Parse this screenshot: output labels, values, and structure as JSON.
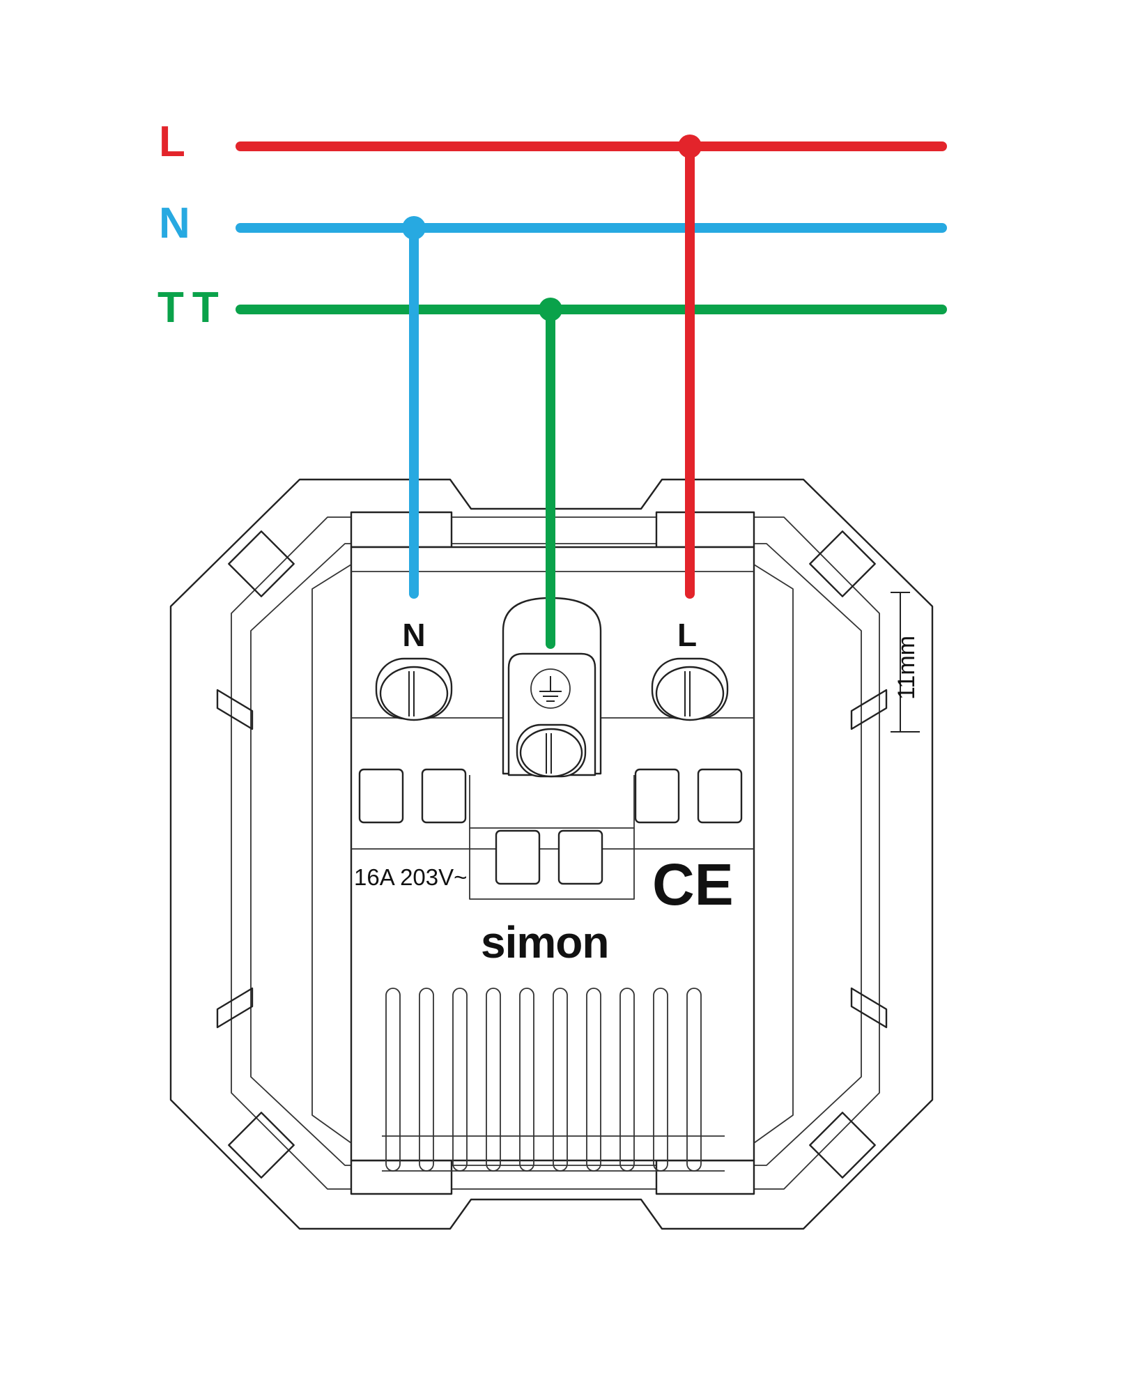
{
  "bus_labels": {
    "line": "L",
    "neutral": "N",
    "earth": "TT"
  },
  "terminal_labels": {
    "neutral": "N",
    "line": "L"
  },
  "device": {
    "rating": "16A 203V~",
    "brand": "simon",
    "certification": "CE"
  },
  "dimension": {
    "strip_length": "11mm"
  },
  "colors": {
    "line": "#e3242b",
    "neutral": "#27a9e1",
    "earth": "#0aa24a"
  }
}
